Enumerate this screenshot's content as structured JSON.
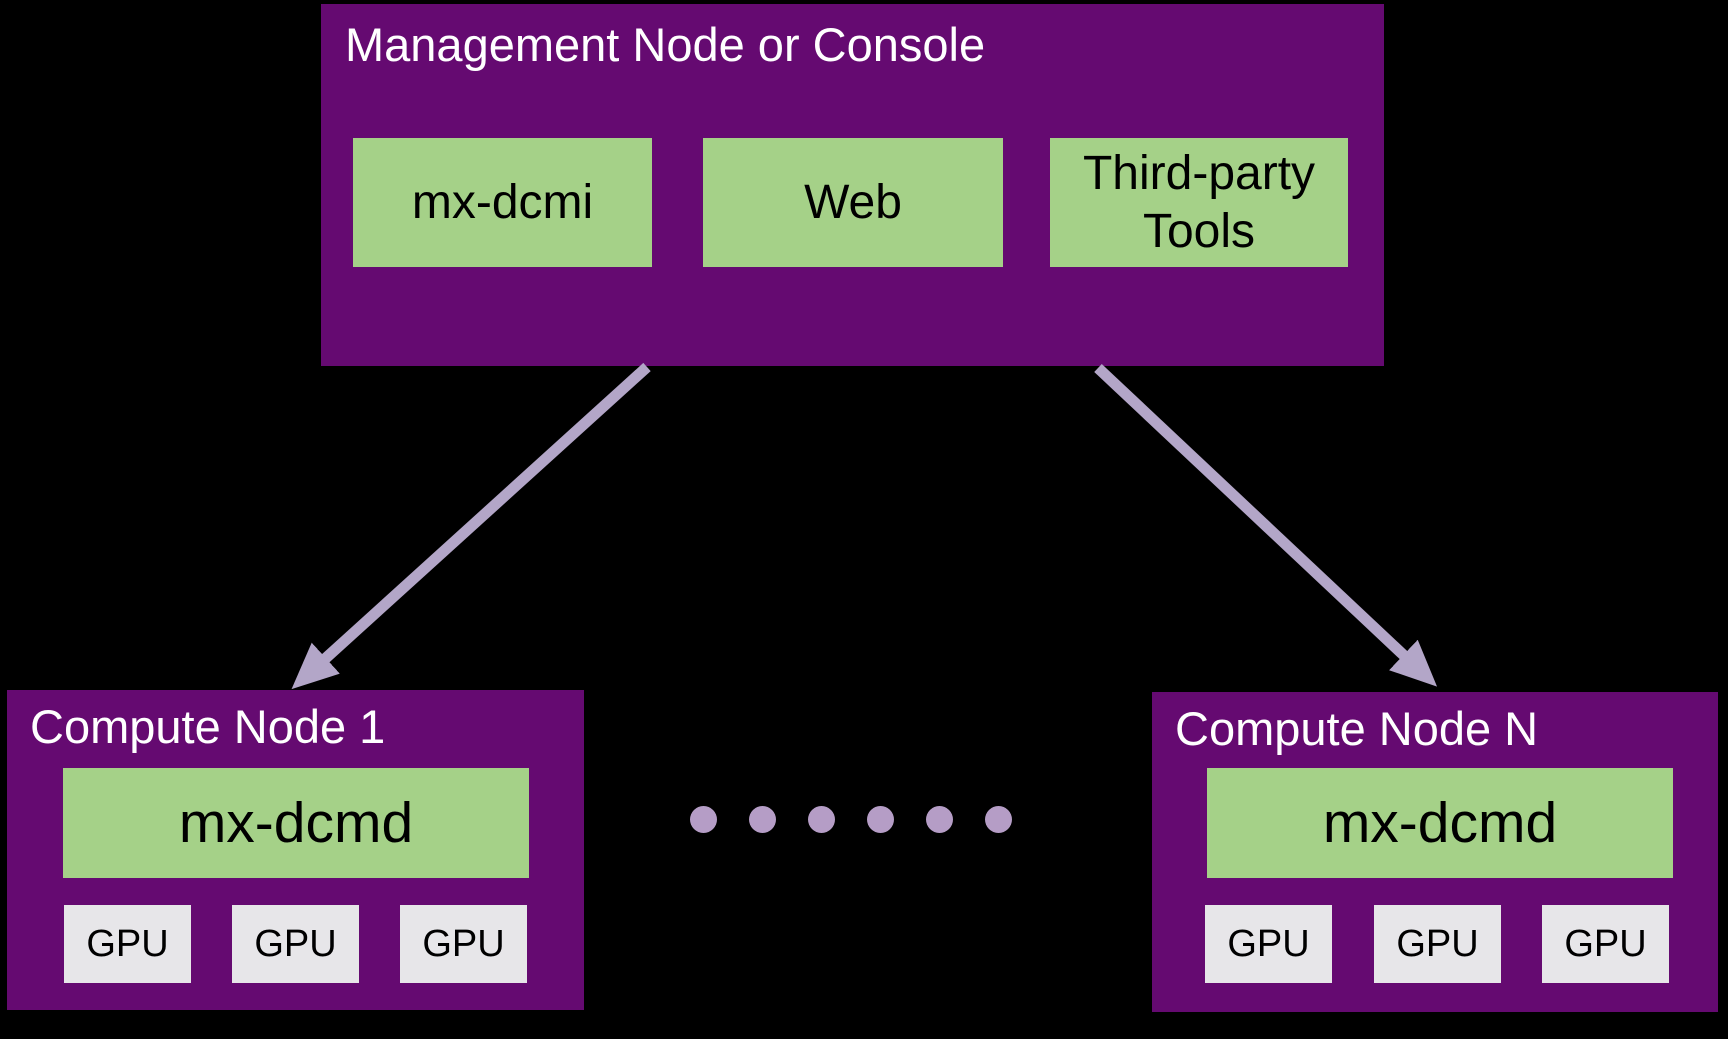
{
  "colors": {
    "background": "#000000",
    "node_fill": "#650A71",
    "component_fill": "#A5D188",
    "gpu_fill": "#E7E6E9",
    "arrow": "#B3A6C8",
    "dot": "#B59DC6",
    "title_text": "#FFFFFF",
    "label_text": "#000000"
  },
  "management_node": {
    "title": "Management Node or Console",
    "components": [
      {
        "label": "mx-dcmi"
      },
      {
        "label": "Web"
      },
      {
        "label": "Third-party Tools"
      }
    ]
  },
  "compute_nodes": [
    {
      "title": "Compute Node 1",
      "daemon": "mx-dcmd",
      "gpus": [
        "GPU",
        "GPU",
        "GPU"
      ]
    },
    {
      "title": "Compute Node N",
      "daemon": "mx-dcmd",
      "gpus": [
        "GPU",
        "GPU",
        "GPU"
      ]
    }
  ],
  "ellipsis_dot_count": 6
}
